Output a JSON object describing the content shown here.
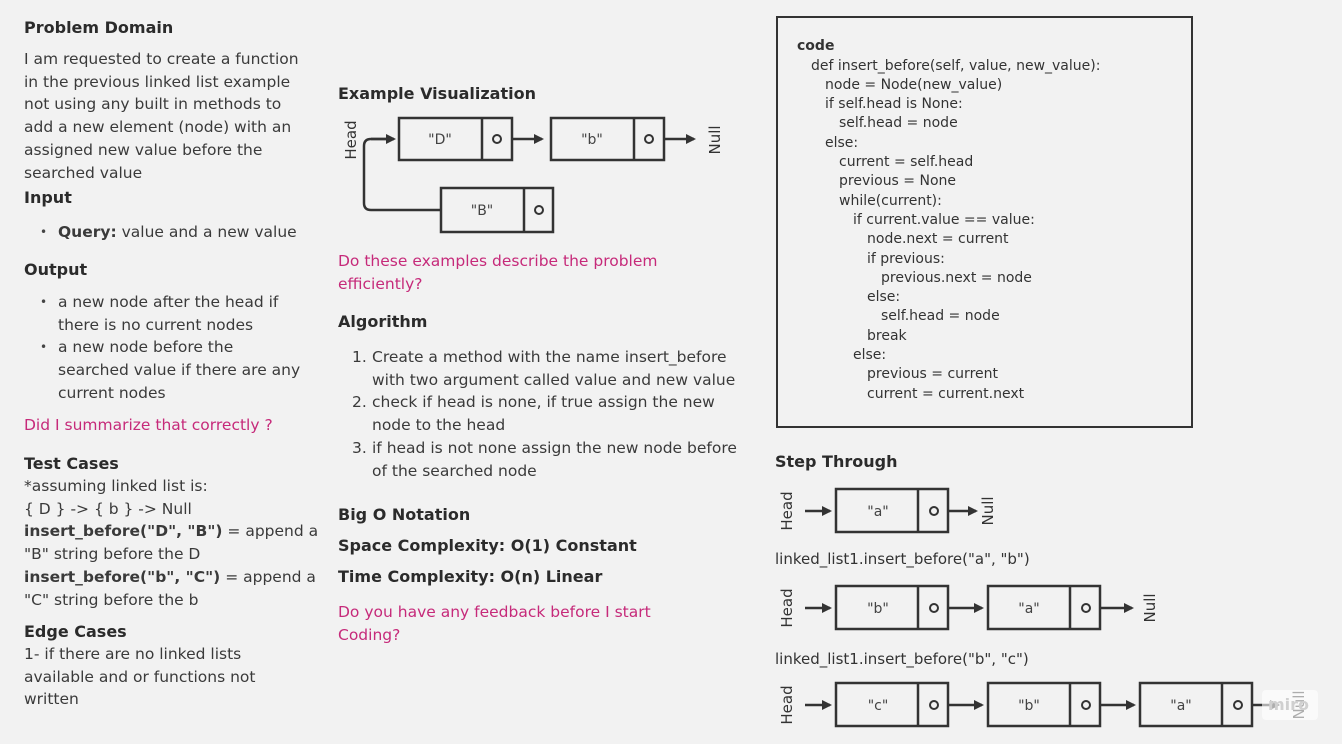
{
  "left": {
    "problem_domain_title": "Problem Domain",
    "problem_domain_lines": [
      "I am requested to create a function",
      "in the previous linked list example",
      "not using any built in methods to",
      "add a new element (node) with an",
      "assigned new value before the",
      "searched value"
    ],
    "input_title": "Input",
    "input_query_label": "Query:",
    "input_query_text": " value and a new value",
    "output_title": "Output",
    "output_items": [
      [
        "a new node after the head if",
        "there is no current nodes"
      ],
      [
        "a new node before the",
        "searched value if there are any",
        "current nodes"
      ]
    ],
    "summary_question": "Did I summarize that correctly ?",
    "test_cases_title": "Test Cases",
    "test_assumption": "*assuming linked list is:",
    "test_list": "{ D } -> { b } -> Null",
    "test1_bold": "insert_before(\"D\", \"B\")",
    "test1_rest": " = append a",
    "test1_line2": "\"B\" string before the D",
    "test2_bold": "insert_before(\"b\", \"C\")",
    "test2_rest": " = append a",
    "test2_line2": "\"C\" string before the b",
    "edge_cases_title": "Edge Cases",
    "edge_lines": [
      "1- if there are no linked lists",
      "available and or functions not",
      "written"
    ]
  },
  "middle": {
    "example_title": "Example Visualization",
    "head_label": "Head",
    "null_label": "Null",
    "node_D": "\"D\"",
    "node_b": "\"b\"",
    "node_B": "\"B\"",
    "examples_question": [
      "Do these examples describe the problem",
      "efficiently?"
    ],
    "algorithm_title": "Algorithm",
    "algorithm_steps": [
      [
        "Create a method with the name insert_before",
        "with two argument called value and new value"
      ],
      [
        "check if head is none, if true assign the new",
        "node to the head"
      ],
      [
        "if head is not none assign the new node before",
        "of the searched node"
      ]
    ],
    "big_o_title": "Big O Notation",
    "space_complexity": "Space Complexity: O(1) Constant",
    "time_complexity": "Time Complexity: O(n) Linear",
    "feedback_question": [
      "Do you have any feedback before I start",
      "Coding?"
    ]
  },
  "code": {
    "title": "code",
    "lines": [
      "def insert_before(self, value, new_value):",
      "node = Node(new_value)",
      "if self.head is None:",
      "self.head = node",
      "else:",
      "current = self.head",
      "previous = None",
      "while(current):",
      "if current.value == value:",
      "node.next = current",
      "if previous:",
      "previous.next = node",
      "else:",
      "self.head = node",
      "break",
      "else:",
      "previous = current",
      "current = current.next"
    ]
  },
  "steps": {
    "title": "Step Through",
    "head_label": "Head",
    "null_label": "Null",
    "call1": "linked_list1.insert_before(\"a\", \"b\")",
    "call2": "linked_list1.insert_before(\"b\", \"c\")",
    "row1_nodes": [
      "\"a\""
    ],
    "row2_nodes": [
      "\"b\"",
      "\"a\""
    ],
    "row3_nodes": [
      "\"c\"",
      "\"b\"",
      "\"a\""
    ]
  },
  "watermark": "miro"
}
